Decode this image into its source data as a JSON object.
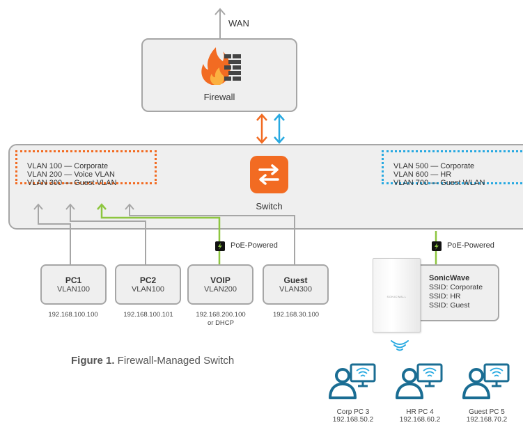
{
  "wan_label": "WAN",
  "firewall": {
    "label": "Firewall"
  },
  "switch": {
    "label": "Switch"
  },
  "wired_vlans": [
    "VLAN 100 — Corporate",
    "VLAN 200 — Voice VLAN",
    "VLAN 300 — Guest VLAN"
  ],
  "wireless_vlans": [
    "VLAN 500 — Corporate",
    "VLAN 600 — HR",
    "VLAN 700 — Guest WLAN"
  ],
  "poe_label": "PoE-Powered",
  "devices": [
    {
      "name": "PC1",
      "vlan": "VLAN100",
      "ip": "192.168.100.100"
    },
    {
      "name": "PC2",
      "vlan": "VLAN100",
      "ip": "192.168.100.101"
    },
    {
      "name": "VOIP",
      "vlan": "VLAN200",
      "ip": "192.168.200.100",
      "ip2": "or DHCP"
    },
    {
      "name": "Guest",
      "vlan": "VLAN300",
      "ip": "192.168.30.100"
    }
  ],
  "sonicwave": {
    "name": "SonicWave",
    "ssids": [
      "SSID: Corporate",
      "SSID: HR",
      "SSID: Guest"
    ],
    "brand": "SONICWALL"
  },
  "caption": {
    "bold": "Figure 1.",
    "text": " Firewall-Managed Switch"
  },
  "clients": [
    {
      "name": "Corp PC 3",
      "ip": "192.168.50.2"
    },
    {
      "name": "HR PC 4",
      "ip": "192.168.60.2"
    },
    {
      "name": "Guest PC 5",
      "ip": "192.168.70.2"
    }
  ],
  "colors": {
    "orange": "#f26b22",
    "blue": "#27a9e1",
    "green": "#8dc63f",
    "gray": "#a6a6a6",
    "dark_blue": "#1a6d93"
  }
}
